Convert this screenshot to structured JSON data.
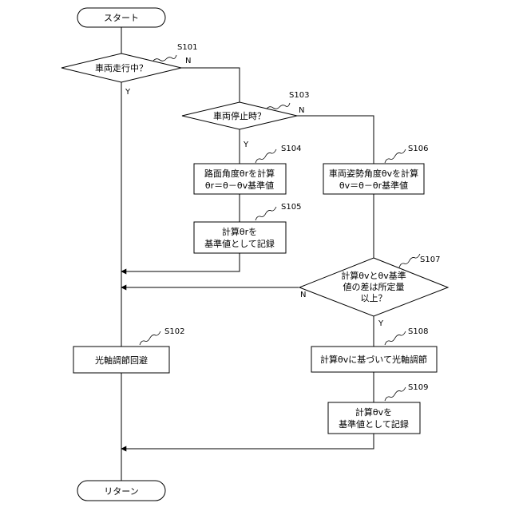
{
  "nodes": {
    "start": {
      "lines": [
        "スタート"
      ]
    },
    "s101": {
      "step": "S101",
      "lines": [
        "車両走行中？"
      ]
    },
    "s103": {
      "step": "S103",
      "lines": [
        "車両停止時？"
      ]
    },
    "s104": {
      "step": "S104",
      "lines": [
        "路面角度θrを計算",
        "θr＝θ－θv基準値"
      ]
    },
    "s105": {
      "step": "S105",
      "lines": [
        "計算θrを",
        "基準値として記録"
      ]
    },
    "s106": {
      "step": "S106",
      "lines": [
        "車両姿勢角度θvを計算",
        "θv＝θ－θr基準値"
      ]
    },
    "s107": {
      "step": "S107",
      "lines": [
        "計算θvとθv基準",
        "値の差は所定量",
        "以上？"
      ]
    },
    "s102": {
      "step": "S102",
      "lines": [
        "光軸調節回避"
      ]
    },
    "s108": {
      "step": "S108",
      "lines": [
        "計算θvに基づいて光軸調節"
      ]
    },
    "s109": {
      "step": "S109",
      "lines": [
        "計算θvを",
        "基準値として記録"
      ]
    },
    "end": {
      "lines": [
        "リターン"
      ]
    }
  },
  "branches": {
    "s101_no": "N",
    "s101_yes": "Y",
    "s103_no": "N",
    "s103_yes": "Y",
    "s107_no": "N",
    "s107_yes": "Y"
  }
}
